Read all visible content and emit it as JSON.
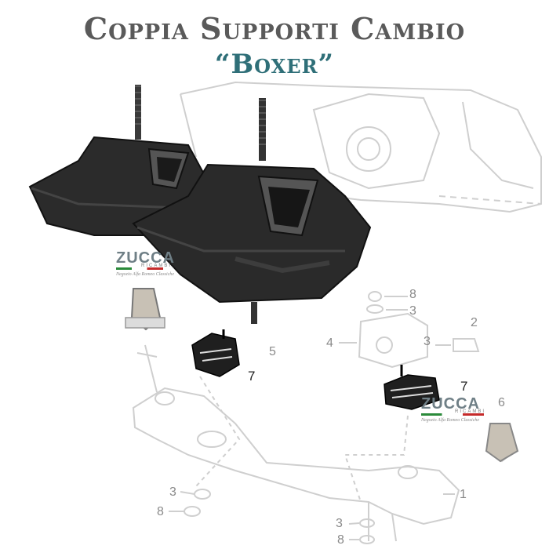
{
  "title": {
    "line1": "Coppia Supporti Cambio",
    "line2": "“Boxer”"
  },
  "brand": {
    "name": "ZUCCA",
    "sub": "RICAMBI",
    "tagline": "Negozio Alfa Romeo Classiche",
    "flag_colors": [
      "#2a8a3a",
      "#ffffff",
      "#c52a2a"
    ]
  },
  "callouts": {
    "c1": "1",
    "c2": "2",
    "c3a": "3",
    "c3b": "3",
    "c3c": "3",
    "c3d": "3",
    "c4": "4",
    "c5": "5",
    "c6": "6",
    "c7a": "7",
    "c7b": "7",
    "c8a": "8",
    "c8b": "8",
    "c8c": "8"
  },
  "colors": {
    "title": "#5a5a5a",
    "subtitle": "#2f6f78",
    "rubber": "#2b2b2b",
    "diagram_line": "#c8c8c8"
  }
}
